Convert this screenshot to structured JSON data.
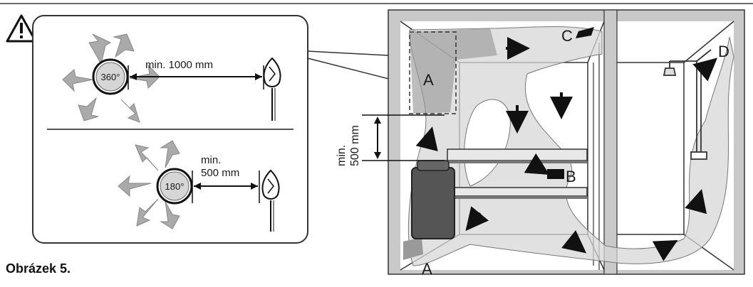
{
  "caption": "Obrázek 5.",
  "inset": {
    "angle_full": "360°",
    "angle_half": "180°",
    "distance_full": "min. 1000 mm",
    "distance_half_line1": "min.",
    "distance_half_line2": "500 mm"
  },
  "sauna": {
    "height_line1": "min.",
    "height_line2": "500 mm",
    "zone_a_top": "A",
    "zone_a_bottom": "A",
    "zone_b": "B",
    "zone_c": "C",
    "zone_d": "D"
  },
  "icons": [
    "warning-icon",
    "fan-icon",
    "sensor-icon",
    "heater-icon",
    "shower-icon",
    "arrow-icon"
  ]
}
